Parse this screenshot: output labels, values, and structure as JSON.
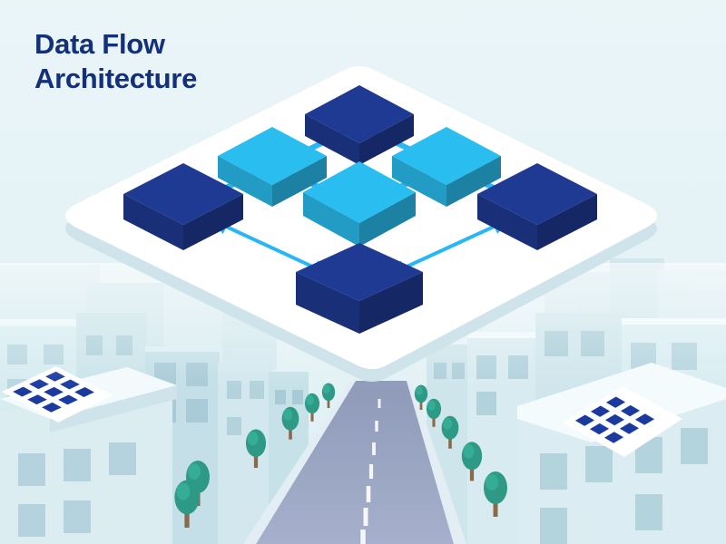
{
  "title": {
    "line1": "Data Flow",
    "line2": "Architecture"
  },
  "diagram": {
    "nodes": [
      {
        "id": "node-top",
        "tier": "core"
      },
      {
        "id": "node-upper-left",
        "tier": "edge"
      },
      {
        "id": "node-upper-right",
        "tier": "edge"
      },
      {
        "id": "node-center",
        "tier": "edge"
      },
      {
        "id": "node-left",
        "tier": "core"
      },
      {
        "id": "node-right",
        "tier": "core"
      },
      {
        "id": "node-bottom",
        "tier": "core"
      }
    ],
    "connections": [
      {
        "from": "node-top",
        "to": "node-upper-left",
        "style": "link"
      },
      {
        "from": "node-top",
        "to": "node-upper-right",
        "style": "link"
      },
      {
        "from": "node-upper-left",
        "to": "node-left",
        "style": "link"
      },
      {
        "from": "node-upper-left",
        "to": "node-center",
        "style": "link"
      },
      {
        "from": "node-upper-right",
        "to": "node-center",
        "style": "link"
      },
      {
        "from": "node-upper-right",
        "to": "node-right",
        "style": "link"
      },
      {
        "from": "node-bottom",
        "to": "node-left",
        "style": "arrow"
      },
      {
        "from": "node-bottom",
        "to": "node-right",
        "style": "arrow"
      }
    ]
  },
  "colors": {
    "title": "#13307a",
    "core_block": "#1f3a93",
    "edge_block": "#29bdf0",
    "arrow": "#29b6f6",
    "platform": "#ffffff",
    "sky": "#e8f4f8",
    "tree": "#2e9a86",
    "road": "#8f9cbc",
    "solar_panel": "#1b3aa0"
  },
  "scene": {
    "background": "city-street",
    "decorations": [
      "solar-panel",
      "solar-panel",
      "tree-row-left",
      "tree-row-right",
      "road"
    ]
  }
}
